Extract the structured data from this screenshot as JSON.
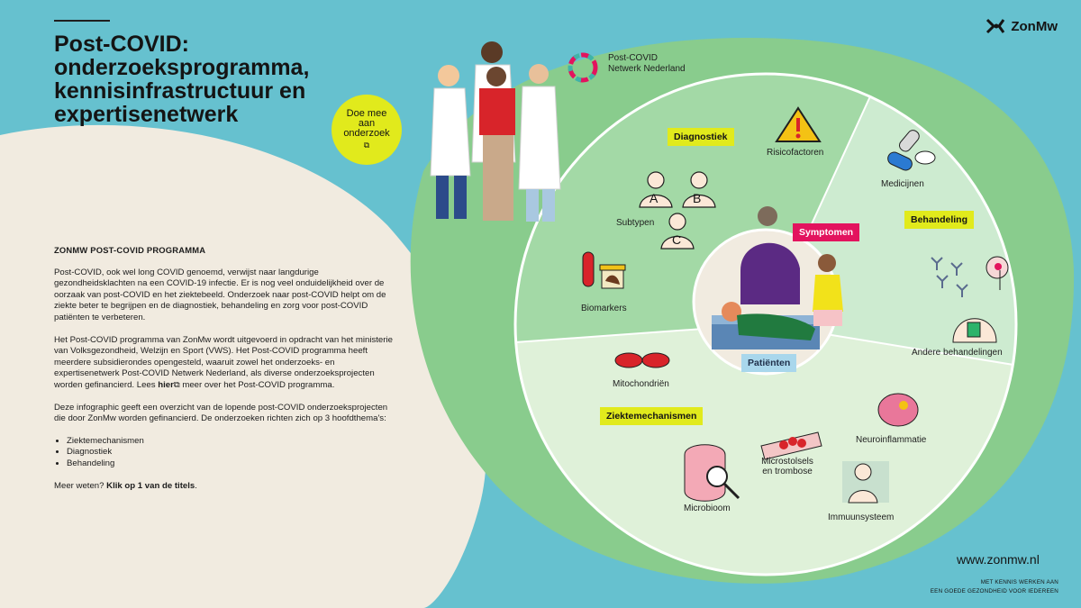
{
  "header": {
    "title_lines": [
      "Post-COVID:",
      "onderzoeksprogramma,",
      "kennisinfrastructuur en",
      "expertisenetwerk"
    ],
    "logo_text": "ZonMw"
  },
  "intro": {
    "heading": "ZONMW POST-COVID PROGRAMMA",
    "paragraph1": "Post-COVID, ook wel long COVID genoemd, verwijst naar langdurige gezondheidsklachten na een COVID-19 infectie. Er is nog veel onduidelijkheid over de oorzaak van post-COVID en het ziektebeeld. Onderzoek naar post-COVID helpt om de ziekte beter te begrijpen en de diagnostiek, behandeling en zorg voor post-COVID patiënten te verbeteren.",
    "paragraph2_a": "Het Post-COVID programma van ZonMw wordt uitgevoerd in opdracht van het ministerie van Volksgezondheid, Welzijn en Sport (VWS). Het Post-COVID programma heeft meerdere subsidierondes opengesteld, waaruit zowel het onderzoeks- en expertisenetwerk Post-COVID Netwerk Nederland, als diverse onderzoeksprojecten worden gefinancierd. Lees",
    "paragraph2_link": "hier",
    "paragraph2_b": "meer over het Post-COVID programma.",
    "paragraph3": "Deze infographic geeft een overzicht van de lopende post-COVID onderzoeksprojecten die door ZonMw worden gefinancierd. De onderzoeken richten zich op 3 hoofdthema's:",
    "themes": [
      "Ziektemechanismen",
      "Diagnostiek",
      "Behandeling"
    ],
    "more_prefix": "Meer weten?",
    "more_action": "Klik op 1 van de titels",
    "more_suffix": "."
  },
  "cta": {
    "lines": [
      "Doe mee",
      "aan",
      "onderzoek"
    ]
  },
  "network": {
    "lines": [
      "Post-COVID",
      "Netwerk Nederland"
    ]
  },
  "themes": {
    "diagnostiek": "Diagnostiek",
    "behandeling": "Behandeling",
    "ziektemechanismen": "Ziektemechanismen",
    "symptomen": "Symptomen",
    "patienten": "Patiënten"
  },
  "labels": {
    "risicofactoren": "Risicofactoren",
    "subtypen": "Subtypen",
    "biomarkers": "Biomarkers",
    "medicijnen": "Medicijnen",
    "andere_behandelingen": "Andere behandelingen",
    "mitochondrien": "Mitochondriën",
    "neuroinflammatie": "Neuroinflammatie",
    "microstolsels_1": "Microstolsels",
    "microstolsels_2": "en trombose",
    "microbioom": "Microbioom",
    "immuunsysteem": "Immuunsysteem",
    "subtype_a": "A",
    "subtype_b": "B",
    "subtype_c": "C"
  },
  "footer": {
    "url": "www.zonmw.nl",
    "slogan_1": "MET KENNIS WERKEN AAN",
    "slogan_2": "EEN GOEDE GEZONDHEID VOOR IEDEREEN"
  },
  "colors": {
    "sky": "#66c1cf",
    "cream": "#f1ebe0",
    "green_outer": "#89cc8d",
    "green_inner": "#dff1d9",
    "yellow": "#e1ea1c",
    "pink": "#e3135e",
    "light_blue": "#a9d7ec"
  }
}
